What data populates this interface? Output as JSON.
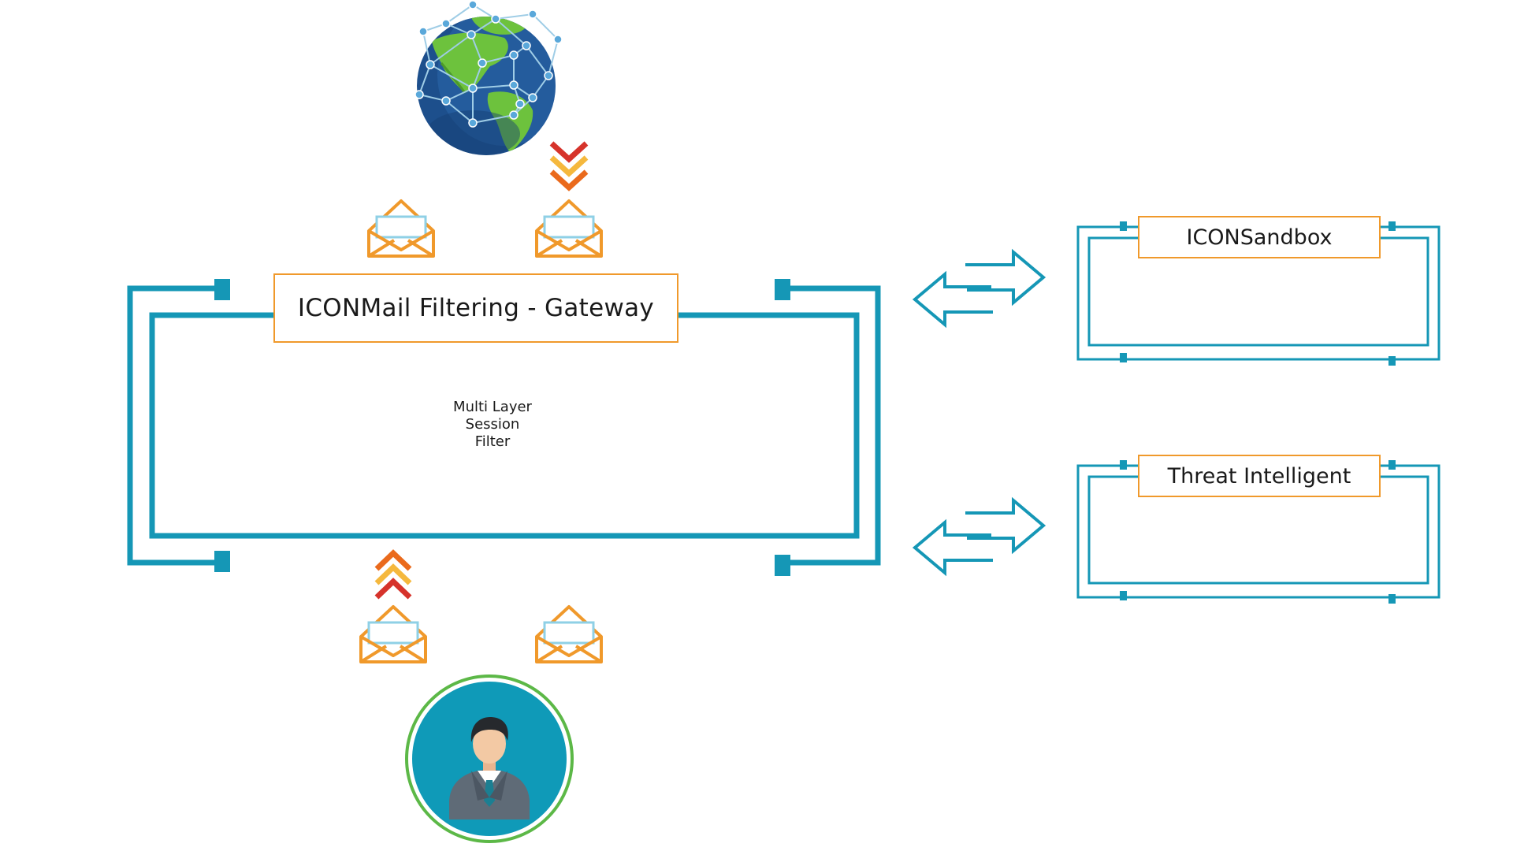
{
  "gateway": {
    "title": "ICONMail Filtering  - Gateway",
    "filter_lines": [
      "Multi Layer",
      "Session",
      "Filter"
    ]
  },
  "sandbox": {
    "title": "ICONSandbox"
  },
  "threat": {
    "title": "Threat Intelligent"
  },
  "colors": {
    "frame": "#1597b6",
    "label_border": "#f0992b",
    "envelope": "#f0992b",
    "envelope_letter": "#8fd0e6",
    "arrow_red": "#d6332b",
    "arrow_yellow": "#f5b83d",
    "arrow_orange": "#ea6a1c",
    "globe_ocean": "#1d4f8c",
    "globe_land": "#6dc23d",
    "user_circle": "#0f9ab8",
    "user_ring": "#5cb847"
  },
  "icons": [
    "globe-network-icon",
    "envelope-icon",
    "chevron-down-icon",
    "chevron-up-icon",
    "exchange-arrows-icon",
    "user-avatar-icon"
  ]
}
